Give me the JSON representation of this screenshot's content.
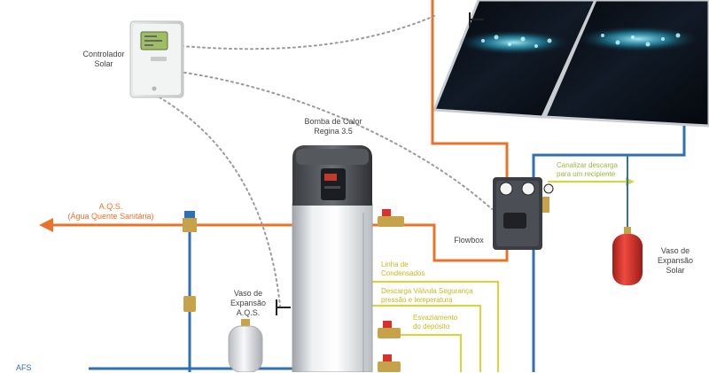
{
  "labels": {
    "controlador_line1": "Controlador",
    "controlador_line2": "Solar",
    "bomba_line1": "Bomba de Calor",
    "bomba_line2": "Regina 3.5",
    "aqs_line1": "A.Q.S.",
    "aqs_line2": "(Água Quente Sanitária)",
    "flowbox": "Flowbox",
    "canalizar_line1": "Canalizar descarga",
    "canalizar_line2": "para um recipiente",
    "vaso_solar_line1": "Vaso de",
    "vaso_solar_line2": "Expansão",
    "vaso_solar_line3": "Solar",
    "vaso_aqs_line1": "Vaso de",
    "vaso_aqs_line2": "Expansão",
    "vaso_aqs_line3": "A.Q.S.",
    "condensados_line1": "Linha de",
    "condensados_line2": "Condensados",
    "descarga_line1": "Descarga Válvula Segurança",
    "descarga_line2": "pressão e temperatura",
    "esvaziamento_line1": "Esvaziamento",
    "esvaziamento_line2": "do depósito",
    "afs_partial": "AFS"
  },
  "colors": {
    "hot_pipe": "#e8742a",
    "cold_pipe": "#2f6fb3",
    "condensate_pipe": "#d8d24a",
    "signal_line": "#9a9a9a",
    "panel_dark": "#0e1520",
    "vessel_red": "#d9312b"
  }
}
